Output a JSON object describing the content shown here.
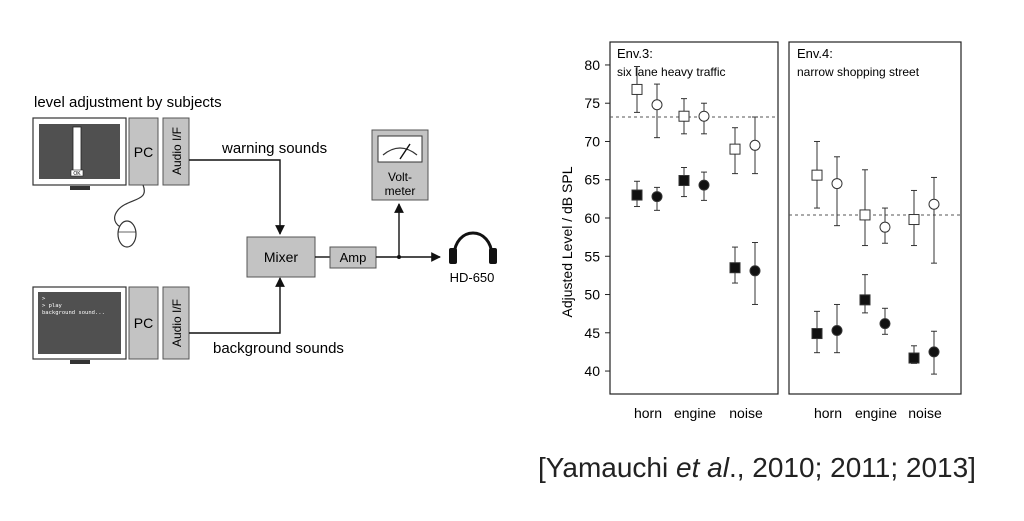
{
  "diagram": {
    "level_adjustment_label": "level adjustment by subjects",
    "pc_label": "PC",
    "audio_if_label": "Audio I/F",
    "slider_ok_label": "OK",
    "terminal_lines": [
      "> ",
      "> play",
      "background sound..."
    ],
    "warning_sounds_label": "warning sounds",
    "background_sounds_label": "background sounds",
    "mixer_label": "Mixer",
    "amp_label": "Amp",
    "voltmeter_label_1": "Volt-",
    "voltmeter_label_2": "meter",
    "headphones_label": "HD-650"
  },
  "chart_data": {
    "type": "scatter",
    "ylabel": "Adjusted Level / dB SPL",
    "ylim": [
      37,
      83
    ],
    "yticks": [
      40,
      45,
      50,
      55,
      60,
      65,
      70,
      75,
      80
    ],
    "categories": [
      "horn",
      "engine",
      "noise"
    ],
    "panels": [
      {
        "title": "Env.3:",
        "subtitle": "six lane heavy traffic",
        "reference_line": 73.2,
        "open_square": [
          {
            "x": "horn",
            "y": 76.8,
            "lo": 73.8,
            "hi": 79.8
          },
          {
            "x": "engine",
            "y": 73.3,
            "lo": 71.0,
            "hi": 75.6
          },
          {
            "x": "noise",
            "y": 69.0,
            "lo": 65.8,
            "hi": 71.8
          }
        ],
        "open_circle": [
          {
            "x": "horn",
            "y": 74.8,
            "lo": 70.5,
            "hi": 77.5
          },
          {
            "x": "engine",
            "y": 73.3,
            "lo": 71.0,
            "hi": 75.0
          },
          {
            "x": "noise",
            "y": 69.5,
            "lo": 65.8,
            "hi": 73.2
          }
        ],
        "filled_square": [
          {
            "x": "horn",
            "y": 63.0,
            "lo": 61.5,
            "hi": 64.8
          },
          {
            "x": "engine",
            "y": 64.9,
            "lo": 62.8,
            "hi": 66.6
          },
          {
            "x": "noise",
            "y": 53.5,
            "lo": 51.5,
            "hi": 56.2
          }
        ],
        "filled_circle": [
          {
            "x": "horn",
            "y": 62.8,
            "lo": 61.0,
            "hi": 64.0
          },
          {
            "x": "engine",
            "y": 64.3,
            "lo": 62.3,
            "hi": 66.0
          },
          {
            "x": "noise",
            "y": 53.1,
            "lo": 48.7,
            "hi": 56.8
          }
        ]
      },
      {
        "title": "Env.4:",
        "subtitle": "narrow shopping street",
        "reference_line": 60.4,
        "open_square": [
          {
            "x": "horn",
            "y": 65.6,
            "lo": 61.3,
            "hi": 70.0
          },
          {
            "x": "engine",
            "y": 60.4,
            "lo": 56.4,
            "hi": 66.3
          },
          {
            "x": "noise",
            "y": 59.8,
            "lo": 56.4,
            "hi": 63.6
          }
        ],
        "open_circle": [
          {
            "x": "horn",
            "y": 64.5,
            "lo": 59.0,
            "hi": 68.0
          },
          {
            "x": "engine",
            "y": 58.8,
            "lo": 56.7,
            "hi": 61.3
          },
          {
            "x": "noise",
            "y": 61.8,
            "lo": 54.1,
            "hi": 65.3
          }
        ],
        "filled_square": [
          {
            "x": "horn",
            "y": 44.9,
            "lo": 42.4,
            "hi": 47.8
          },
          {
            "x": "engine",
            "y": 49.3,
            "lo": 47.6,
            "hi": 52.6
          },
          {
            "x": "noise",
            "y": 41.7,
            "lo": 41.0,
            "hi": 43.3
          }
        ],
        "filled_circle": [
          {
            "x": "horn",
            "y": 45.3,
            "lo": 42.4,
            "hi": 48.7
          },
          {
            "x": "engine",
            "y": 46.2,
            "lo": 44.8,
            "hi": 48.2
          },
          {
            "x": "noise",
            "y": 42.5,
            "lo": 39.6,
            "hi": 45.2
          }
        ]
      }
    ]
  },
  "citation": {
    "open": "[Yamauchi ",
    "etal": "et al",
    "rest": "., 2010; 2011; 2013]"
  }
}
